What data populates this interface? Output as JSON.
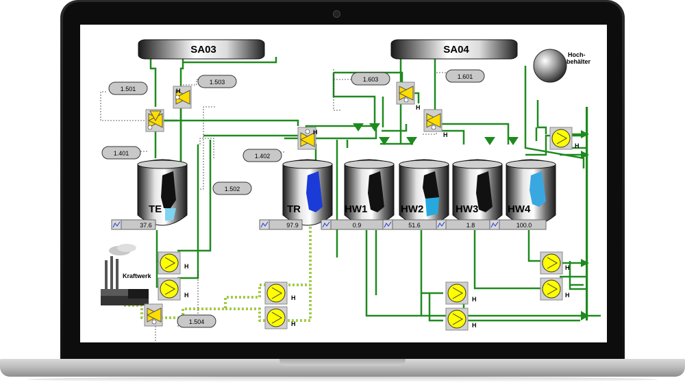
{
  "headers": {
    "sa03": "SA03",
    "sa04": "SA04"
  },
  "setpoints": {
    "sp1501": "1.501",
    "sp1503": "1.503",
    "sp1401": "1.401",
    "sp1402": "1.402",
    "sp1502": "1.502",
    "sp1603": "1.603",
    "sp1601": "1.601",
    "sp1504": "1.504"
  },
  "tanks": [
    {
      "label": "TE",
      "value": "37.6"
    },
    {
      "label": "TR",
      "value": "97.9"
    },
    {
      "label": "HW1",
      "value": "0.9"
    },
    {
      "label": "HW2",
      "value": "51.6"
    },
    {
      "label": "HW3",
      "value": "1.8"
    },
    {
      "label": "HW4",
      "value": "100.0"
    }
  ],
  "labels": {
    "hoch1": "Hoch-",
    "hoch2": "behälter",
    "kraftwerk": "Kraftwerk",
    "h": "H"
  },
  "colors": {
    "pipe": "#1e8a1e",
    "pump": "#ffff00",
    "valve": "#ffdd00",
    "setpoint": "#c8c8c8",
    "tank_fill_te": "#7fd3ef",
    "tank_fill_tr": "#1b3bd9",
    "tank_fill_hw2": "#27a9e0",
    "tank_fill_hw4": "#3aa8e0"
  }
}
